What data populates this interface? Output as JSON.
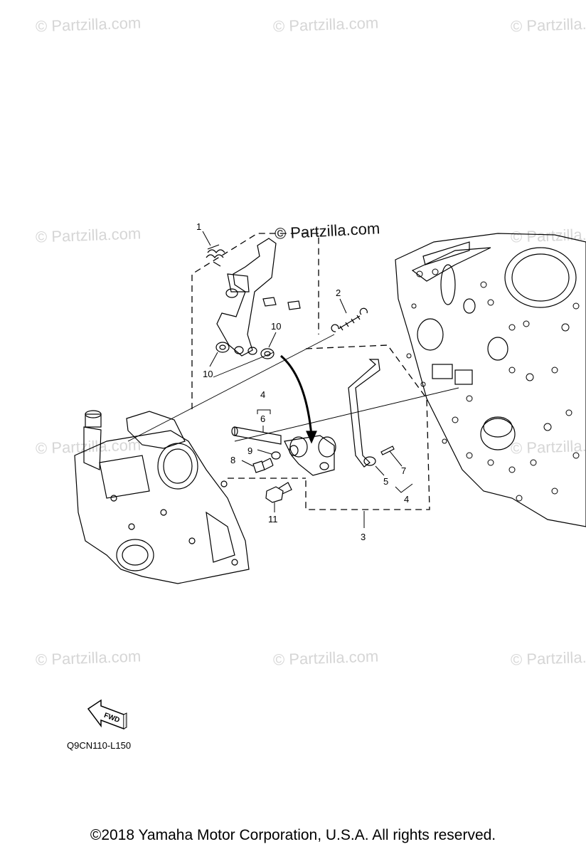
{
  "watermarks": [
    "© Partzilla.com",
    "© Partzilla.com",
    "© Partzilla.com",
    "© Partzilla.com",
    "© Partzilla.com",
    "© Partzilla.com",
    "© Partzilla.com",
    "© Partzilla.com",
    "© Partzilla.com",
    "© Partzilla.com"
  ],
  "main_watermark": "© Partzilla.com",
  "callouts": {
    "c1": "1",
    "c2": "2",
    "c3": "3",
    "c4a": "4",
    "c4b": "4",
    "c5": "5",
    "c6": "6",
    "c7": "7",
    "c8": "8",
    "c9": "9",
    "c10a": "10",
    "c10b": "10",
    "c11": "11"
  },
  "fwd_label": "FWD",
  "diagram_code": "Q9CN110-L150",
  "copyright": "©2018  Yamaha Motor Corporation, U.S.A. All rights reserved."
}
